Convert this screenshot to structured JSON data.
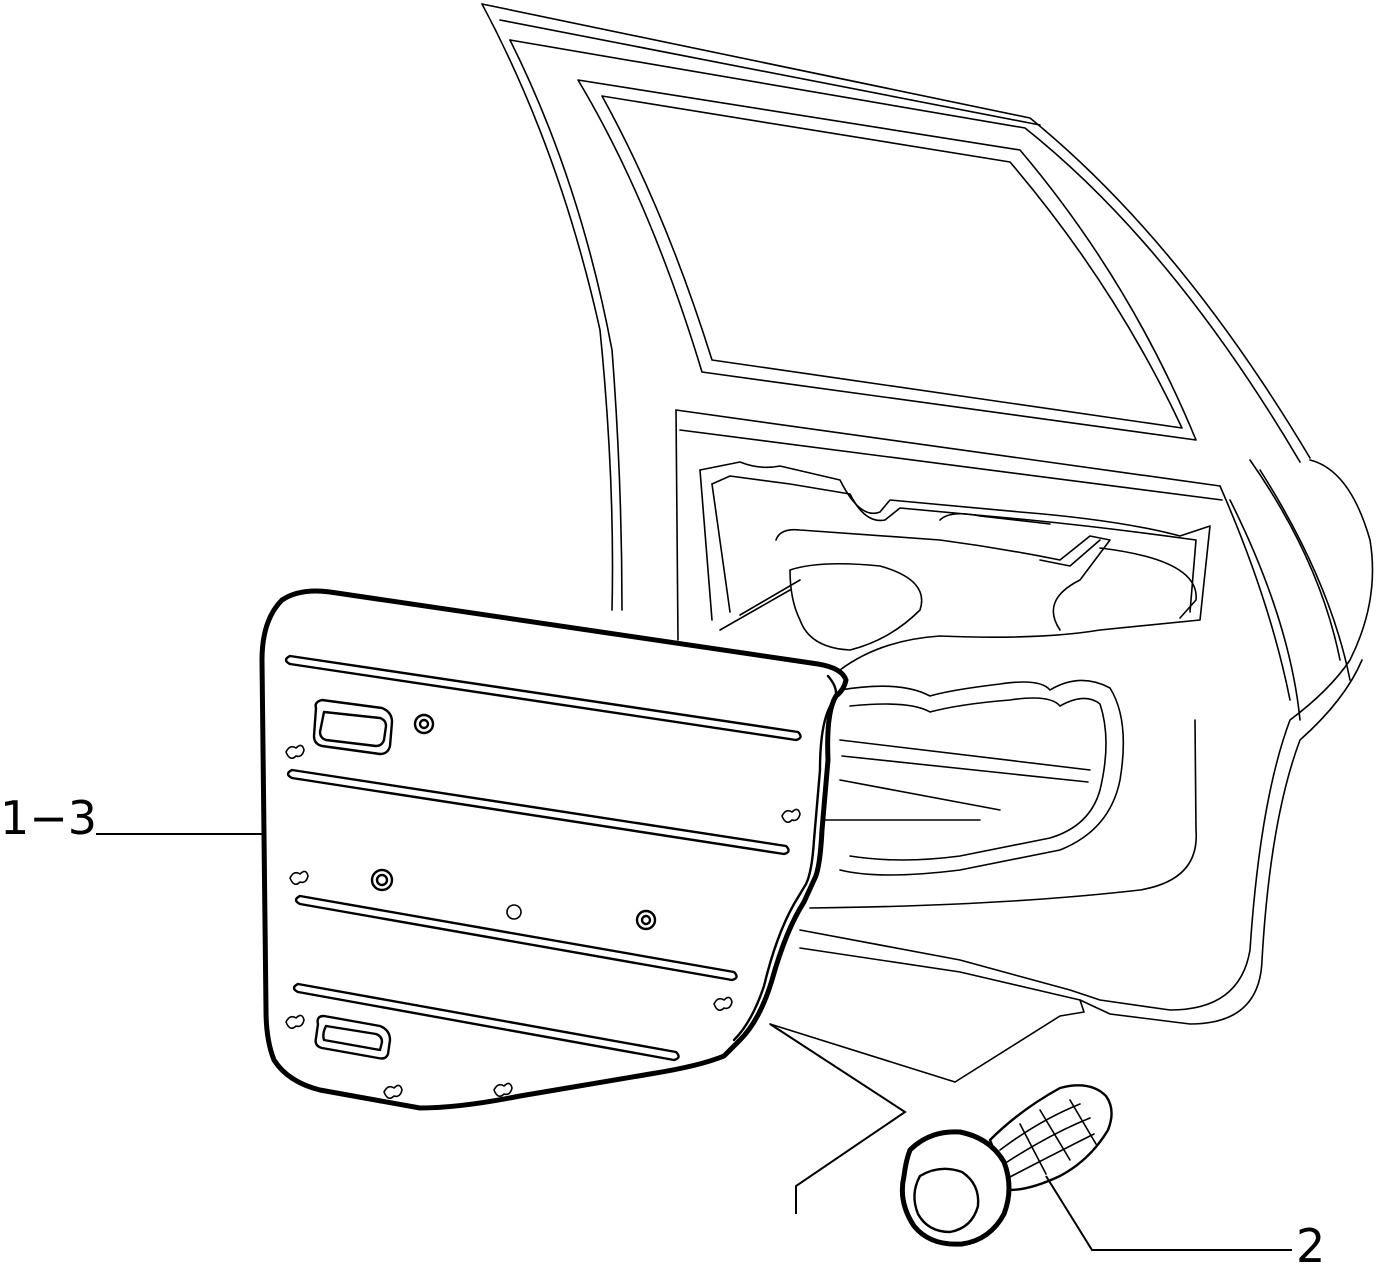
{
  "callouts": [
    {
      "id": "panel",
      "label": "1−3"
    },
    {
      "id": "clip",
      "label": "2"
    }
  ]
}
